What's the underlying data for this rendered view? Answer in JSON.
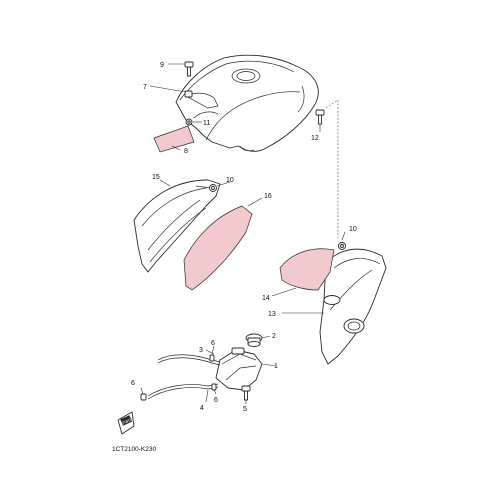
{
  "diagram": {
    "callouts": {
      "c1": "1",
      "c2": "2",
      "c3": "3",
      "c4": "4",
      "c5": "5",
      "c6a": "6",
      "c6b": "6",
      "c6c": "6",
      "c7": "7",
      "c8": "8",
      "c9": "9",
      "c10a": "10",
      "c10b": "10",
      "c11": "11",
      "c12": "12",
      "c13": "13",
      "c14": "14",
      "c15": "15",
      "c16": "16"
    },
    "fwd_label": "FWD",
    "drawing_code": "1CT2100-K230",
    "colors": {
      "outline": "#2a2a2a",
      "sticker_fill": "#f2c9cd",
      "background": "#ffffff"
    }
  }
}
